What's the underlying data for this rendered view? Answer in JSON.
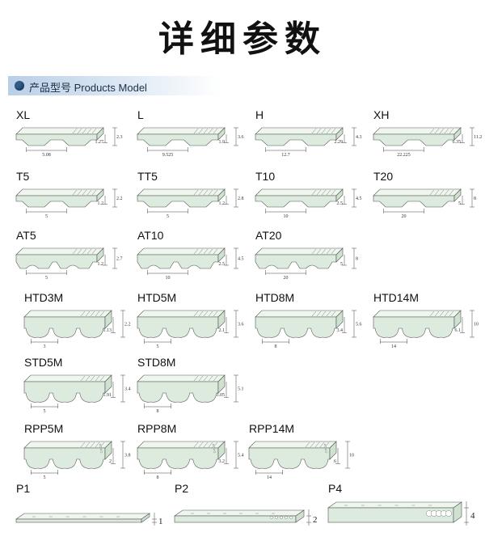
{
  "header": {
    "title": "详细参数"
  },
  "section": {
    "label": "产品型号 Products Model"
  },
  "belts": [
    {
      "id": "xl",
      "name": "XL",
      "pitch": "5.08",
      "tooth": "1.27",
      "total": "2.3"
    },
    {
      "id": "l",
      "name": "L",
      "pitch": "9.525",
      "tooth": "1.9",
      "total": "3.6"
    },
    {
      "id": "h",
      "name": "H",
      "pitch": "12.7",
      "tooth": "2.29",
      "total": "4.3"
    },
    {
      "id": "xh",
      "name": "XH",
      "pitch": "22.225",
      "tooth": "6.35",
      "total": "11.2"
    },
    {
      "id": "t5",
      "name": "T5",
      "pitch": "5",
      "tooth": "1.2",
      "total": "2.2"
    },
    {
      "id": "tt5",
      "name": "TT5",
      "pitch": "5",
      "tooth": "1.2",
      "total": "2.8"
    },
    {
      "id": "t10",
      "name": "T10",
      "pitch": "10",
      "tooth": "2.5",
      "total": "4.5"
    },
    {
      "id": "t20",
      "name": "T20",
      "pitch": "20",
      "tooth": "5",
      "total": "8"
    },
    {
      "id": "at5",
      "name": "AT5",
      "pitch": "5",
      "tooth": "1.2",
      "total": "2.7"
    },
    {
      "id": "at10",
      "name": "AT10",
      "pitch": "10",
      "tooth": "2.5",
      "total": "4.5"
    },
    {
      "id": "at20",
      "name": "AT20",
      "pitch": "20",
      "tooth": "5",
      "total": "8"
    },
    {
      "id": "htd3m",
      "name": "HTD3M",
      "pitch": "3",
      "tooth": "1.13",
      "total": "2.2"
    },
    {
      "id": "htd5m",
      "name": "HTD5M",
      "pitch": "5",
      "tooth": "2.1",
      "total": "3.6"
    },
    {
      "id": "htd8m",
      "name": "HTD8M",
      "pitch": "8",
      "tooth": "3.4",
      "total": "5.6"
    },
    {
      "id": "htd14m",
      "name": "HTD14M",
      "pitch": "14",
      "tooth": "6.1",
      "total": "10"
    },
    {
      "id": "std5m",
      "name": "STD5M",
      "pitch": "5",
      "tooth": "1.91",
      "total": "3.4"
    },
    {
      "id": "std8m",
      "name": "STD8M",
      "pitch": "8",
      "tooth": "3.05",
      "total": "5.1"
    },
    {
      "id": "rpp5m",
      "name": "RPP5M",
      "pitch": "5",
      "tooth": "2",
      "total": "3.8"
    },
    {
      "id": "rpp8m",
      "name": "RPP8M",
      "pitch": "8",
      "tooth": "3.2",
      "total": "5.4"
    },
    {
      "id": "rpp14m",
      "name": "RPP14M",
      "pitch": "14",
      "tooth": "6",
      "total": "10"
    },
    {
      "id": "p1",
      "name": "P1",
      "total": "1"
    },
    {
      "id": "p2",
      "name": "P2",
      "total": "2"
    },
    {
      "id": "p4",
      "name": "P4",
      "total": "4"
    }
  ],
  "colors": {
    "belt_fill": "#dcebdd",
    "belt_top": "#eef6ee",
    "belt_stroke": "#555555",
    "banner_dot": "#2f5d8a"
  }
}
